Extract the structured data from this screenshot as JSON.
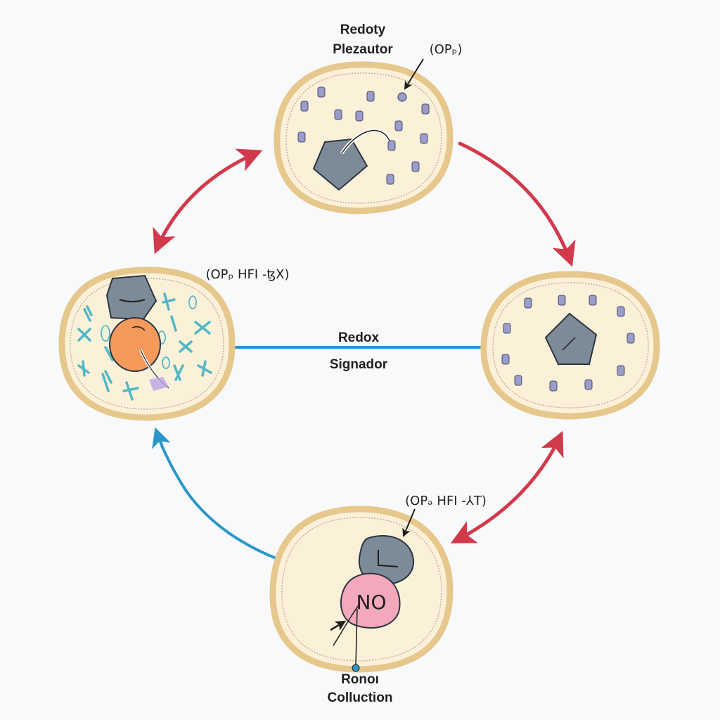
{
  "colors": {
    "background": "#f8f9fb",
    "cell_fill": "#fbf1d9",
    "cell_border": "#e6c78c",
    "cell_inner_ring": "#c9a9a0",
    "red_arrow": "#d23a4c",
    "blue_arrow": "#2b97c9",
    "grey_organelle": "#7d8a98",
    "orange_nucleus": "#f39a5c",
    "pink_nucleus": "#f3a9bb",
    "vesicle_purple": "#9a9cc9",
    "filament_teal": "#52b7c6"
  },
  "cells": {
    "top": {
      "title_line1": "Redoty",
      "title_line2": "Plezautor",
      "formula": "(OPₚ)"
    },
    "left": {
      "formula": "(OPₚ HFI -ꜩX)"
    },
    "right": {},
    "bottom": {
      "formula": "(OPₔ HFI -⅄T)",
      "nucleus_text": "NO",
      "label_line1": "Ronoı",
      "label_line2": "Colluction"
    }
  },
  "center": {
    "label_line1": "Redox",
    "label_line2": "Signador"
  },
  "icons": {
    "arrow_top_left": "double-headed-arrow-icon",
    "arrow_top_right": "arrow-icon",
    "arrow_bottom_right": "double-headed-arrow-icon",
    "arrow_bottom_left": "arrow-icon"
  }
}
